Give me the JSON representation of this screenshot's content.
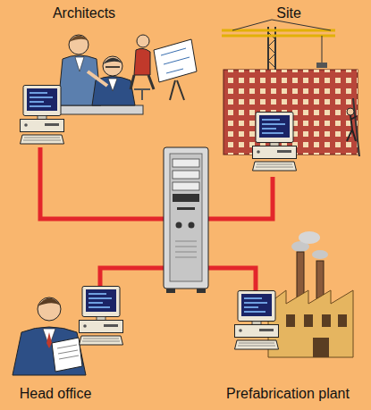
{
  "diagram": {
    "nodes": [
      {
        "text": [
          "Architects"
        ]
      },
      {
        "text": [
          "Site"
        ]
      },
      {
        "text": [
          "Head office"
        ]
      },
      {
        "text": [
          "Prefabrication plant"
        ]
      }
    ]
  }
}
